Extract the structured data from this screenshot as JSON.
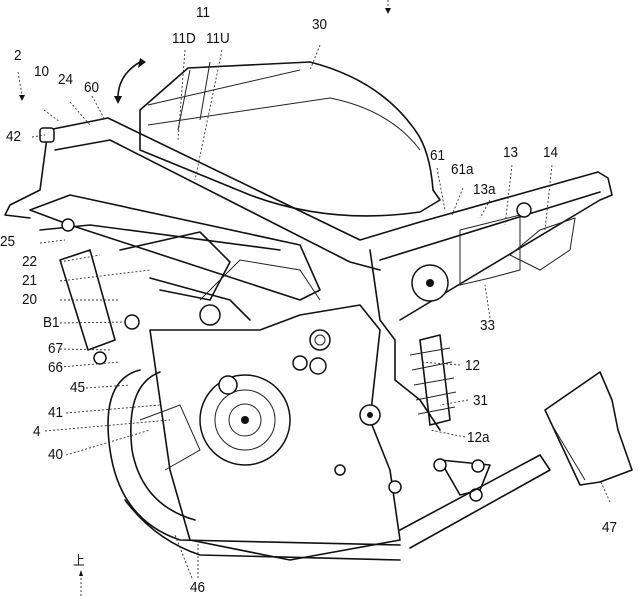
{
  "figure": {
    "subject": "motorcycle engine and frame side view (patent line drawing)",
    "direction_marker": {
      "symbol": "上",
      "meaning": "up"
    }
  },
  "labels": {
    "l2": "2",
    "l10": "10",
    "l24": "24",
    "l60": "60",
    "l42": "42",
    "l11": "11",
    "l11D": "11D",
    "l11U": "11U",
    "l30": "30",
    "l61": "61",
    "l61a": "61a",
    "l13": "13",
    "l13a": "13a",
    "l14": "14",
    "l25": "25",
    "l22": "22",
    "l21": "21",
    "l20": "20",
    "lB1": "B1",
    "l67": "67",
    "l66": "66",
    "l45": "45",
    "l41": "41",
    "l4": "4",
    "l40": "40",
    "l33": "33",
    "l12": "12",
    "l31": "31",
    "l12a": "12a",
    "l47": "47",
    "l46": "46"
  }
}
